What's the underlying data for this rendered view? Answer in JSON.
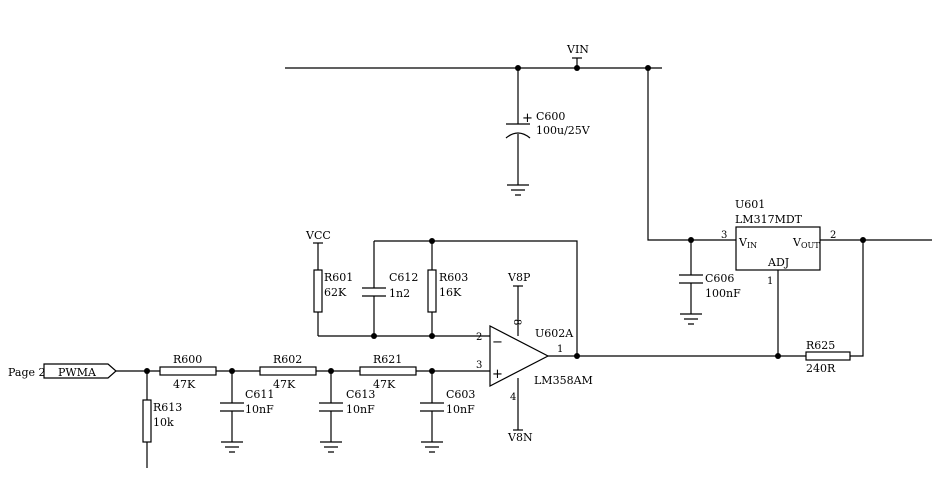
{
  "nets": {
    "vin": "VIN",
    "vcc": "VCC",
    "v8p": "V8P",
    "v8n": "V8N"
  },
  "port": {
    "page_ref": "Page 2",
    "name": "PWMA"
  },
  "components": {
    "c600": {
      "ref": "C600",
      "value": "100u/25V",
      "polarity_mark": "+"
    },
    "u601": {
      "ref": "U601",
      "part": "LM317MDT",
      "pin_in_main": "V",
      "pin_in_sub": "IN",
      "pin_out_main": "V",
      "pin_out_sub": "OUT",
      "pin_adj": "ADJ",
      "pin3": "3",
      "pin2": "2",
      "pin1": "1"
    },
    "c606": {
      "ref": "C606",
      "value": "100nF"
    },
    "r625": {
      "ref": "R625",
      "value": "240R"
    },
    "r601": {
      "ref": "R601",
      "value": "62K"
    },
    "c612": {
      "ref": "C612",
      "value": "1n2"
    },
    "r603": {
      "ref": "R603",
      "value": "16K"
    },
    "u602a": {
      "ref": "U602A",
      "part": "LM358AM",
      "pin2": "2",
      "pin3": "3",
      "pin1": "1",
      "pin8": "8",
      "pin4": "4",
      "minus": "−",
      "plus": "+"
    },
    "r600": {
      "ref": "R600",
      "value": "47K"
    },
    "r602": {
      "ref": "R602",
      "value": "47K"
    },
    "r621": {
      "ref": "R621",
      "value": "47K"
    },
    "r613": {
      "ref": "R613",
      "value": "10k"
    },
    "c611": {
      "ref": "C611",
      "value": "10nF"
    },
    "c613": {
      "ref": "C613",
      "value": "10nF"
    },
    "c603": {
      "ref": "C603",
      "value": "10nF"
    }
  }
}
